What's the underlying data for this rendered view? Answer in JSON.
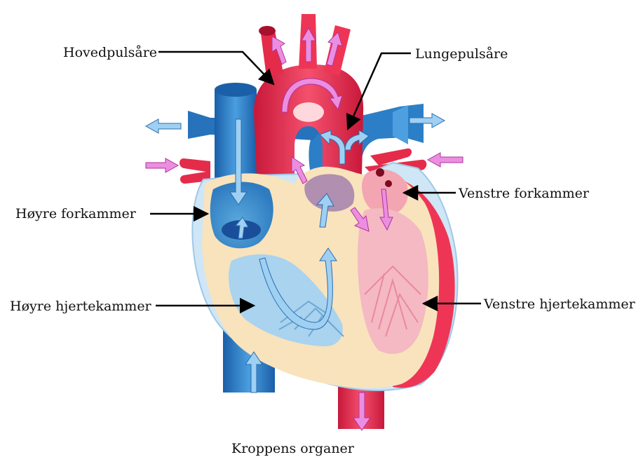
{
  "colors": {
    "blue_vessel": "#3c8fd4",
    "blue_dark": "#1a5fa8",
    "blue_light": "#a9d3ee",
    "red_vessel": "#ef3555",
    "red_dark": "#c8183a",
    "pink_light": "#f7b6bf",
    "wall": "#f8e3bd",
    "flow_arrow_blue": "#9fd0f2",
    "flow_arrow_pink": "#ec8ee0",
    "pointer": "#000000"
  },
  "labels": {
    "aorta": "Hovedpulsåre",
    "pulmonary_artery": "Lungepulsåre",
    "right_atrium": "Høyre forkammer",
    "left_atrium": "Venstre forkammer",
    "right_ventricle": "Høyre hjertekammer",
    "left_ventricle": "Venstre hjertekammer",
    "body_organs": "Kroppens organer"
  },
  "icons": {
    "blood_flow_arrow": "flow-arrow-icon",
    "pointer_arrow": "pointer-arrow-icon"
  }
}
